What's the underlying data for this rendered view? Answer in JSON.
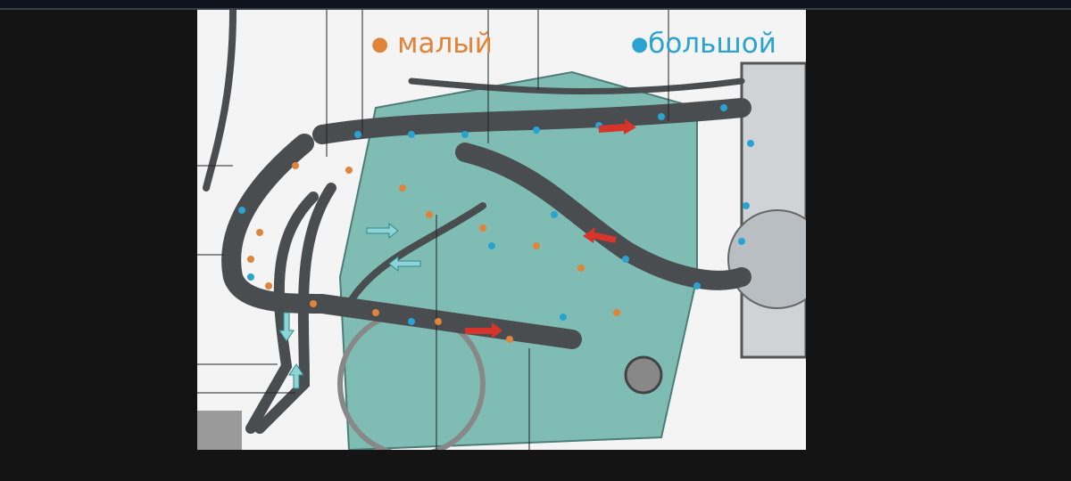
{
  "diagram": {
    "subject": "engine-cooling-circuit",
    "legend": [
      {
        "label": "малый",
        "color": "#e0843a"
      },
      {
        "label": "большой",
        "color": "#2ba3d0"
      }
    ],
    "colors": {
      "engine": "#7fbdb4",
      "hose": "#4a4d50",
      "background": "#f4f4f4",
      "frame": "#141414"
    }
  }
}
